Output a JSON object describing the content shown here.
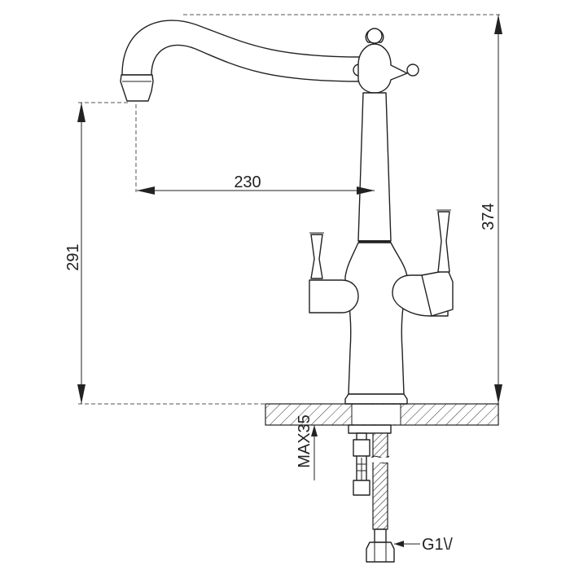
{
  "diagram": {
    "dimensions": {
      "spout_reach": "230",
      "spout_height": "291",
      "total_height": "374",
      "countertop_max": "MAX35",
      "thread": "G1\\/"
    }
  }
}
